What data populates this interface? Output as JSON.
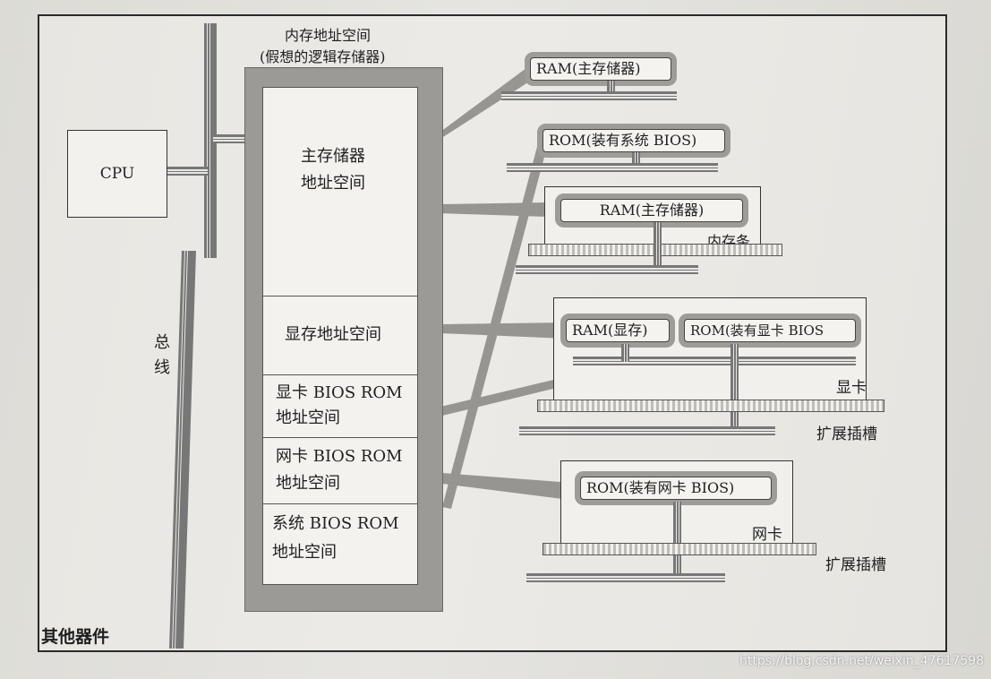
{
  "memory_space": {
    "title_line1": "内存地址空间",
    "title_line2": "(假想的逻辑存储器)",
    "segments": {
      "main": [
        "主存储器",
        "地址空间"
      ],
      "vram": [
        "显存地址空间"
      ],
      "vga_bios": [
        "显卡 BIOS ROM",
        "地址空间"
      ],
      "nic_bios": [
        "网卡 BIOS ROM",
        "地址空间"
      ],
      "sys_bios": [
        "系统 BIOS ROM",
        "地址空间"
      ]
    }
  },
  "cpu_label": "CPU",
  "bus_label": [
    "总",
    "线"
  ],
  "other_devices_label": "其他器件",
  "chips": {
    "ram_main_1": "RAM(主存储器)",
    "rom_system_bios": "ROM(装有系统 BIOS)",
    "ram_main_2": "RAM(主存储器)",
    "ram_vram": "RAM(显存)",
    "rom_vga_bios": "ROM(装有显卡 BIOS",
    "rom_nic_bios": "ROM(装有网卡 BIOS)"
  },
  "card_labels": {
    "memory_stick": "内存条",
    "video_card": "显卡",
    "network_card": "网卡",
    "expansion_slot_1": "扩展插槽",
    "expansion_slot_2": "扩展插槽"
  },
  "watermark": "https://blog.csdn.net/weixin_47617598",
  "colors": {
    "connector": "#8f8e8a",
    "frame": "#2a2a2a"
  }
}
